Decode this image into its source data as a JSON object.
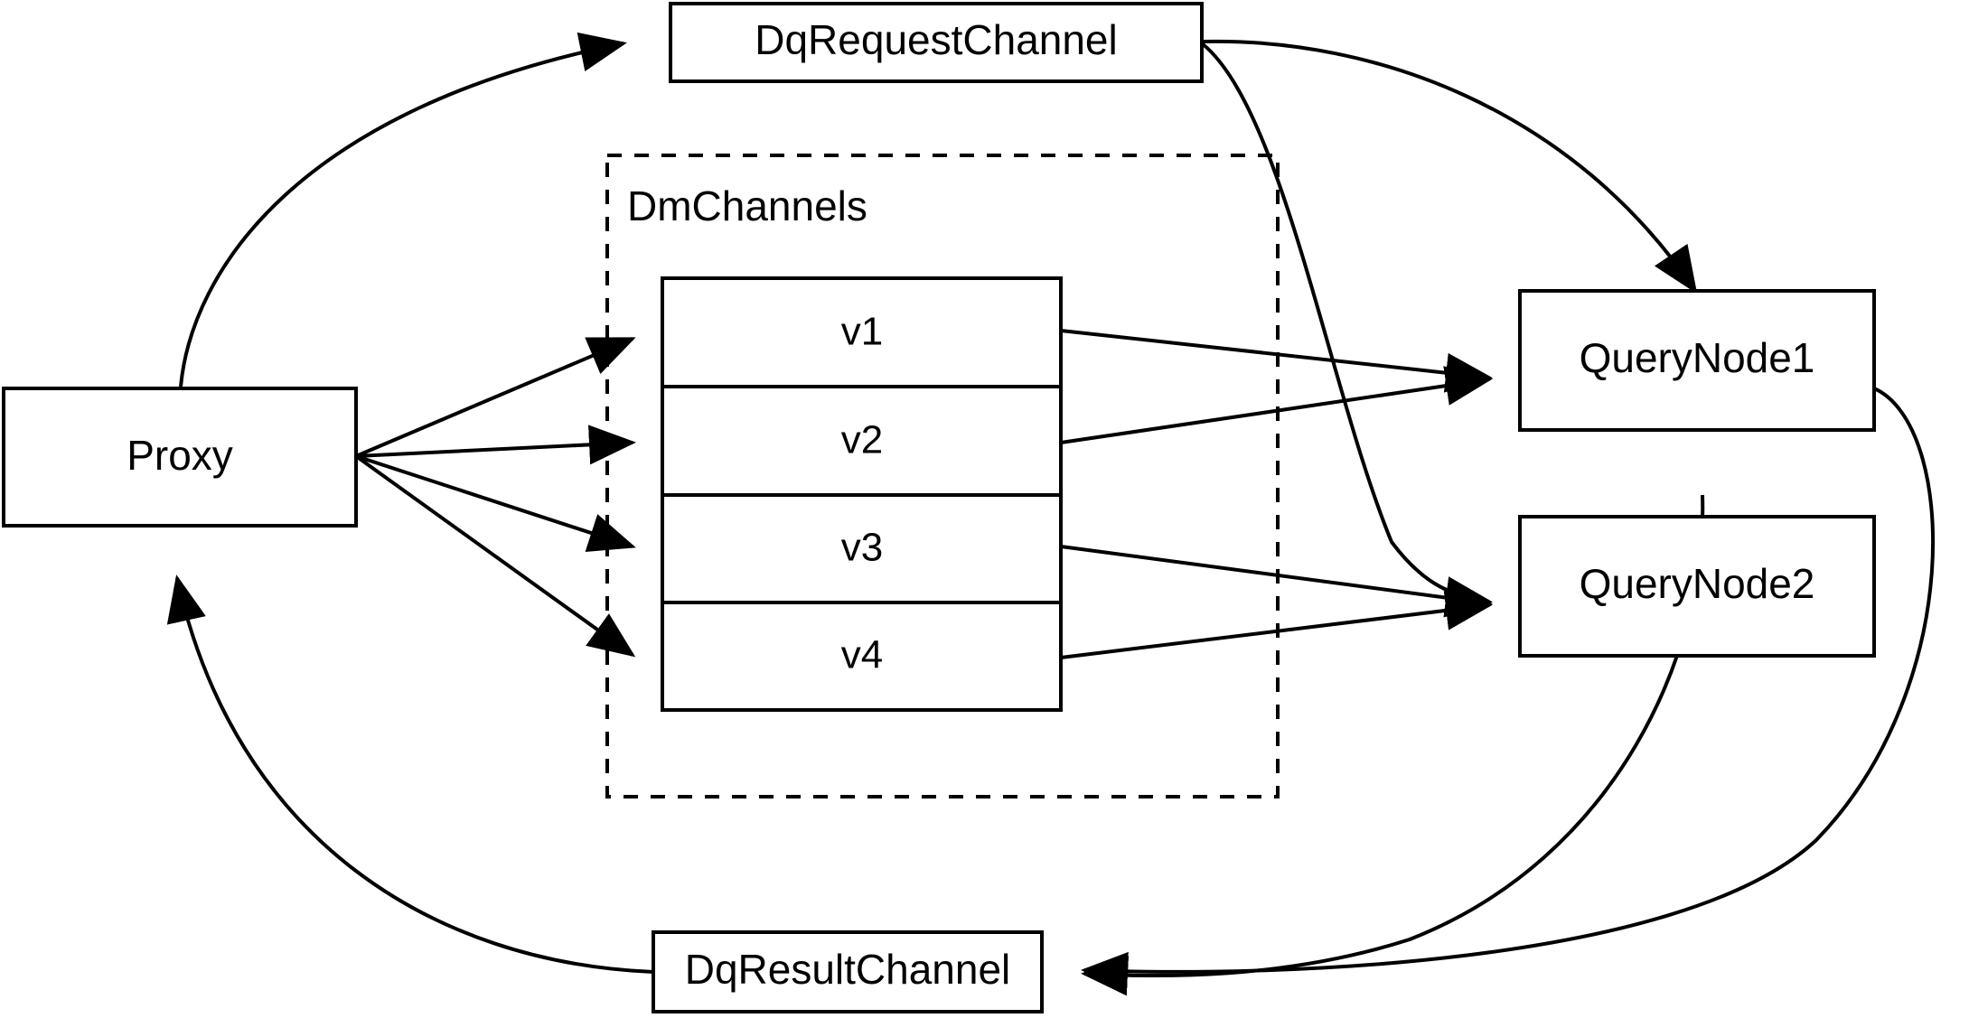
{
  "diagram": {
    "title": "Milvus distributed query channel flow",
    "background_color": "#ffffff",
    "stroke_color": "#000000",
    "nodes": {
      "proxy": {
        "label": "Proxy"
      },
      "dq_request_channel": {
        "label": "DqRequestChannel"
      },
      "dq_result_channel": {
        "label": "DqResultChannel"
      },
      "query_node_1": {
        "label": "QueryNode1"
      },
      "query_node_2": {
        "label": "QueryNode2"
      }
    },
    "group": {
      "label": "DmChannels",
      "style": "dashed"
    },
    "shards": [
      {
        "label": "v1"
      },
      {
        "label": "v2"
      },
      {
        "label": "v3"
      },
      {
        "label": "v4"
      }
    ],
    "edges": [
      {
        "from": "Proxy",
        "to": "DqRequestChannel",
        "style": "curved",
        "arrow": true
      },
      {
        "from": "Proxy",
        "to": "v1",
        "style": "straight",
        "arrow": true
      },
      {
        "from": "Proxy",
        "to": "v2",
        "style": "straight",
        "arrow": true
      },
      {
        "from": "Proxy",
        "to": "v3",
        "style": "straight",
        "arrow": true
      },
      {
        "from": "Proxy",
        "to": "v4",
        "style": "straight",
        "arrow": true
      },
      {
        "from": "v1",
        "to": "QueryNode1",
        "style": "straight",
        "arrow": true
      },
      {
        "from": "v2",
        "to": "QueryNode1",
        "style": "straight",
        "arrow": true
      },
      {
        "from": "v3",
        "to": "QueryNode2",
        "style": "straight",
        "arrow": true
      },
      {
        "from": "v4",
        "to": "QueryNode2",
        "style": "straight",
        "arrow": true
      },
      {
        "from": "DqRequestChannel",
        "to": "QueryNode1",
        "style": "curved",
        "arrow": true
      },
      {
        "from": "DqRequestChannel",
        "to": "QueryNode2",
        "style": "curved",
        "arrow": true
      },
      {
        "from": "QueryNode1",
        "to": "DqResultChannel",
        "style": "curved",
        "arrow": true
      },
      {
        "from": "QueryNode2",
        "to": "DqResultChannel",
        "style": "curved",
        "arrow": true
      },
      {
        "from": "DqResultChannel",
        "to": "Proxy",
        "style": "curved",
        "arrow": true
      }
    ]
  }
}
